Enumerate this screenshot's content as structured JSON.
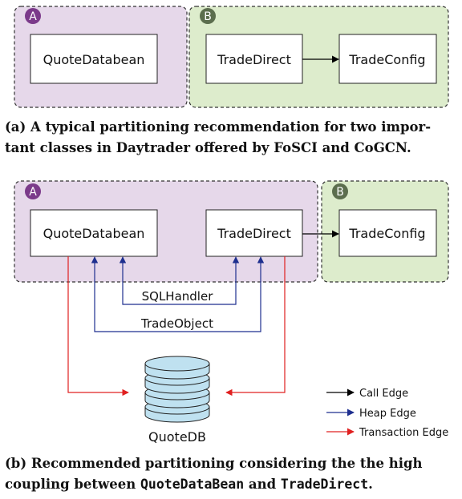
{
  "colors": {
    "partition_a_fill": "#e6d8ea",
    "partition_b_fill": "#ddeccc",
    "badge_a": "#7b3a8a",
    "badge_b": "#5c6e4e",
    "call_edge": "#000000",
    "heap_edge": "#1e2f8f",
    "transaction_edge": "#e02020",
    "db_fill": "#bfe1f0"
  },
  "figure_a": {
    "partition_a_badge": "A",
    "partition_b_badge": "B",
    "class_1": "QuoteDatabean",
    "class_2": "TradeDirect",
    "class_3": "TradeConfig",
    "caption": "(a) A typical partitioning recommendation for two important classes in Daytrader offered by FoSCI and CoGCN.",
    "caption_line1": "(a) A typical partitioning recommendation for two impor-",
    "caption_line2": "tant classes in Daytrader offered by FoSCI and CoGCN."
  },
  "figure_b": {
    "partition_a_badge": "A",
    "partition_b_badge": "B",
    "class_1": "QuoteDatabean",
    "class_2": "TradeDirect",
    "class_3": "TradeConfig",
    "shared_1": "SQLHandler",
    "shared_2": "TradeObject",
    "database": "QuoteDB",
    "legend": [
      "Call Edge",
      "Heap Edge",
      "Transaction Edge"
    ],
    "caption_line1": "(b) Recommended partitioning considering the the high",
    "caption_line2_pre": "coupling between ",
    "caption_code_1": "QuoteDataBean",
    "caption_and": " and ",
    "caption_code_2": "TradeDirect",
    "caption_end": "."
  }
}
